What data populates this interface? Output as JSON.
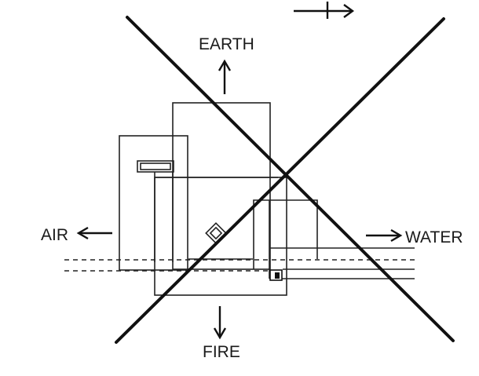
{
  "labels": {
    "earth": "EARTH",
    "air": "AIR",
    "water": "WATER",
    "fire": "FIRE"
  },
  "colors": {
    "ink": "#111111",
    "background": "#ffffff"
  }
}
